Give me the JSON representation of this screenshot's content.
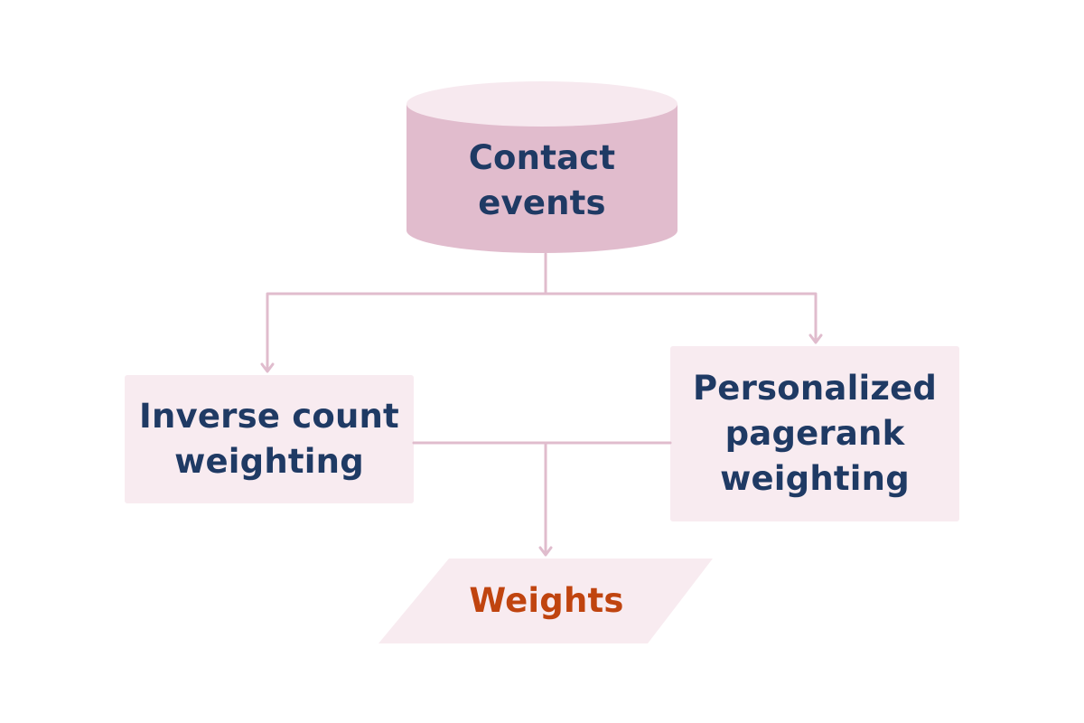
{
  "colors": {
    "background": "#ffffff",
    "connector": "#e0bccd",
    "cylinder_body": "#e1bccd",
    "cylinder_top": "#f7e9ef",
    "box_fill": "#f8ebf0",
    "text_primary": "#1f3a64",
    "text_output": "#c0440f"
  },
  "nodes": {
    "source": {
      "shape": "cylinder",
      "label_lines": [
        "Contact",
        "events"
      ]
    },
    "method_left": {
      "shape": "rectangle",
      "label_lines": [
        "Inverse count",
        "weighting"
      ]
    },
    "method_right": {
      "shape": "rectangle",
      "label_lines": [
        "Personalized",
        "pagerank",
        "weighting"
      ]
    },
    "output": {
      "shape": "parallelogram",
      "label_lines": [
        "Weights"
      ]
    }
  },
  "edges": [
    {
      "from": "source",
      "to": "method_left"
    },
    {
      "from": "source",
      "to": "method_right"
    },
    {
      "from": "method_left",
      "to": "output"
    },
    {
      "from": "method_right",
      "to": "output"
    }
  ]
}
